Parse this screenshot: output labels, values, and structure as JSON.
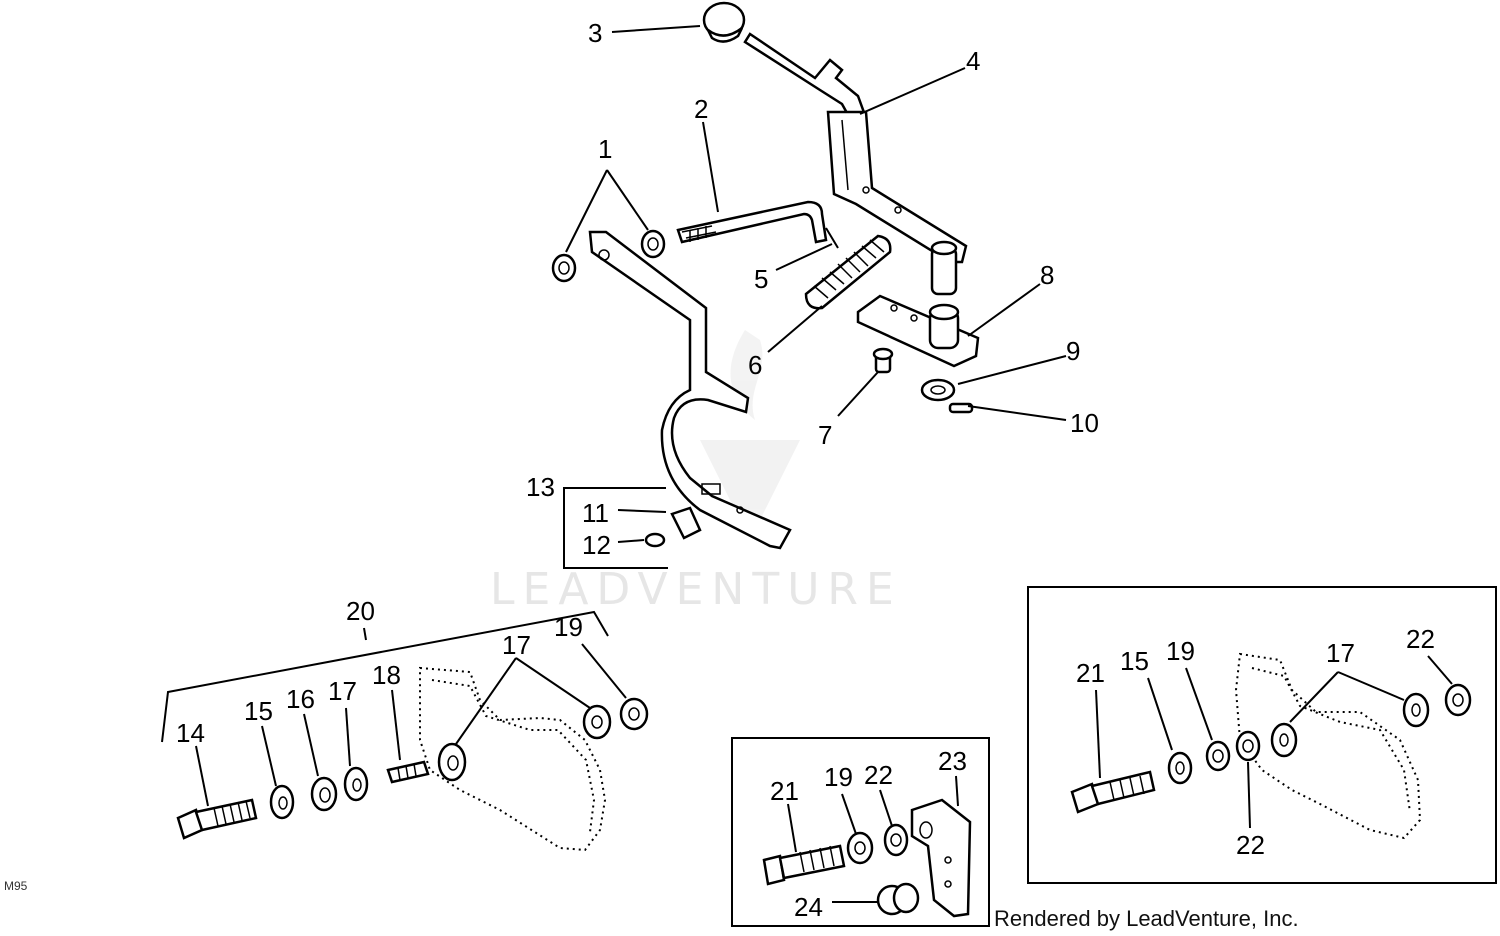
{
  "watermark": "LEADVENTURE",
  "footer": "Rendered by LeadVenture, Inc.",
  "figure_code": "M95",
  "callouts": {
    "c1": "1",
    "c2": "2",
    "c3": "3",
    "c4": "4",
    "c5": "5",
    "c6": "6",
    "c7": "7",
    "c8": "8",
    "c9": "9",
    "c10": "10",
    "c11": "11",
    "c12": "12",
    "c13": "13",
    "c14": "14",
    "c15": "15",
    "c16": "16",
    "c17": "17",
    "c18": "18",
    "c19": "19",
    "c20": "20",
    "b_21": "21",
    "b_19": "19",
    "b_22": "22",
    "b_23": "23",
    "b_24": "24",
    "r_21": "21",
    "r_15": "15",
    "r_19": "19",
    "r_17": "17",
    "r_22a": "22",
    "r_22b": "22"
  }
}
